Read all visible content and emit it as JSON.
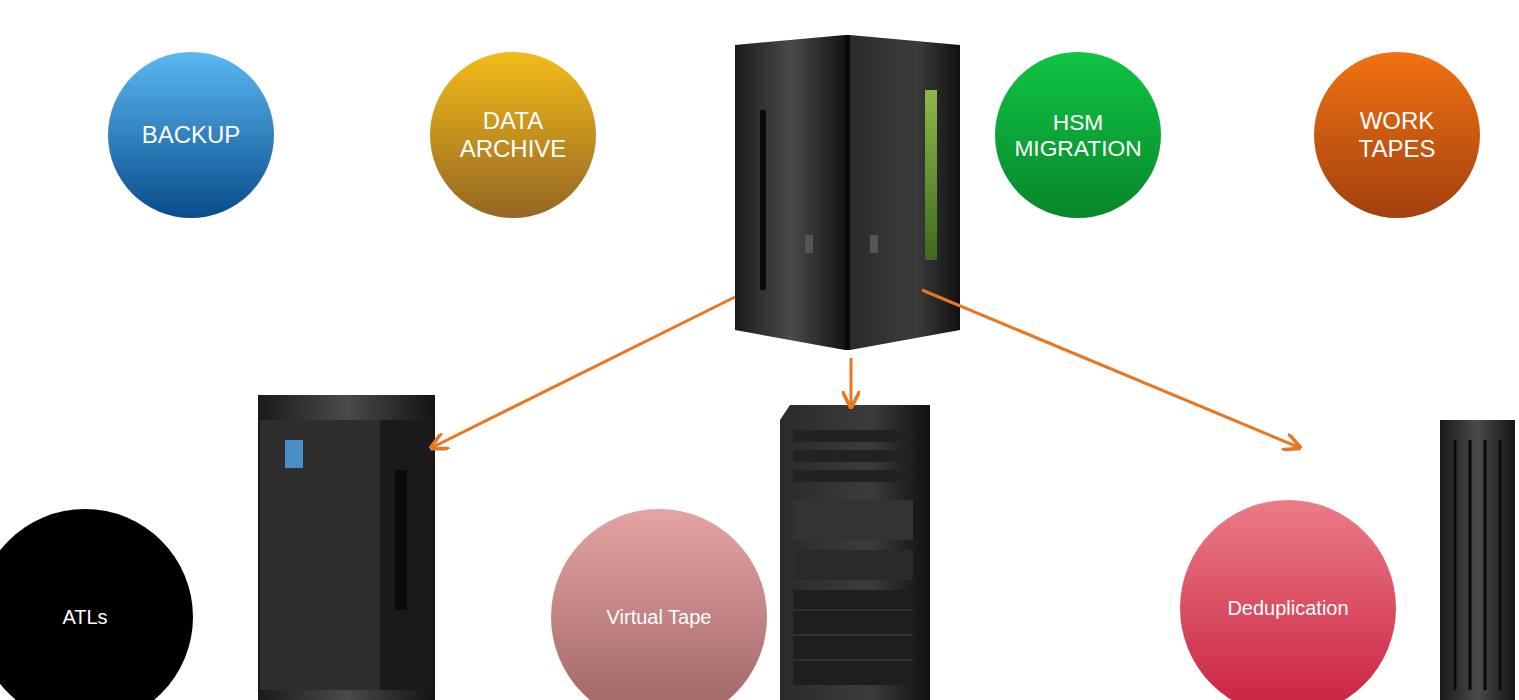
{
  "diagram": {
    "nodes": [
      {
        "text": [
          "BACKUP"
        ]
      },
      {
        "text": [
          "DATA ARCHIVE"
        ]
      },
      {
        "text": [
          "HSM MIGRATION"
        ]
      },
      {
        "text": [
          "WORK TAPES"
        ]
      },
      {
        "text": [
          "ATLs"
        ]
      },
      {
        "text": [
          "Virtual Tape"
        ]
      },
      {
        "text": [
          "Deduplication"
        ]
      }
    ]
  }
}
